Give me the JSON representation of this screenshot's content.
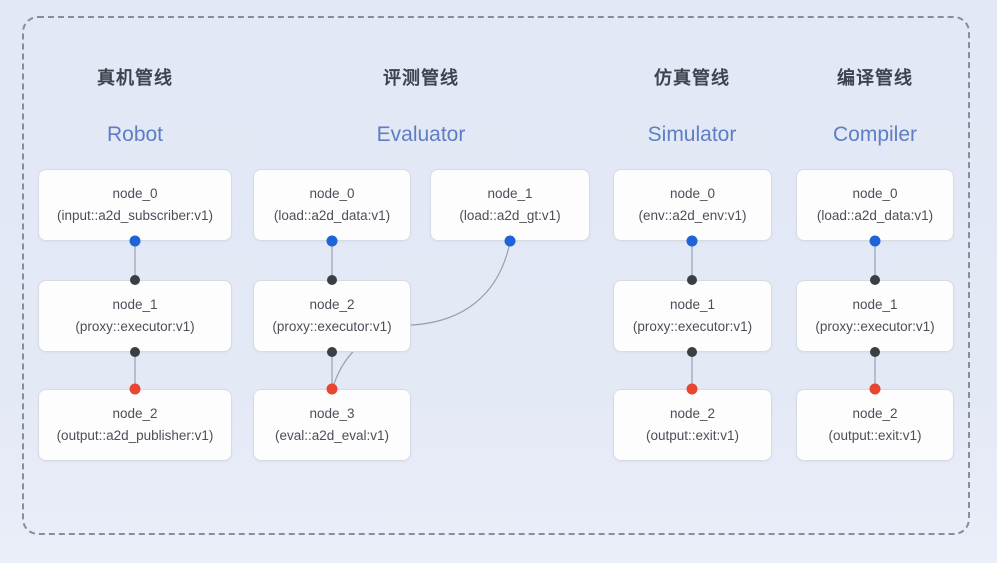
{
  "diagram": {
    "pipelines": [
      {
        "zh_title": "真机管线",
        "en_title": "Robot",
        "nodes": [
          {
            "title": "node_0",
            "subtitle": "(input::a2d_subscriber:v1)"
          },
          {
            "title": "node_1",
            "subtitle": "(proxy::executor:v1)"
          },
          {
            "title": "node_2",
            "subtitle": "(output::a2d_publisher:v1)"
          }
        ]
      },
      {
        "zh_title": "评测管线",
        "en_title": "Evaluator",
        "nodes": [
          {
            "title": "node_0",
            "subtitle": "(load::a2d_data:v1)"
          },
          {
            "title": "node_1",
            "subtitle": "(load::a2d_gt:v1)"
          },
          {
            "title": "node_2",
            "subtitle": "(proxy::executor:v1)"
          },
          {
            "title": "node_3",
            "subtitle": "(eval::a2d_eval:v1)"
          }
        ]
      },
      {
        "zh_title": "仿真管线",
        "en_title": "Simulator",
        "nodes": [
          {
            "title": "node_0",
            "subtitle": "(env::a2d_env:v1)"
          },
          {
            "title": "node_1",
            "subtitle": "(proxy::executor:v1)"
          },
          {
            "title": "node_2",
            "subtitle": "(output::exit:v1)"
          }
        ]
      },
      {
        "zh_title": "编译管线",
        "en_title": "Compiler",
        "nodes": [
          {
            "title": "node_0",
            "subtitle": "(load::a2d_data:v1)"
          },
          {
            "title": "node_1",
            "subtitle": "(proxy::executor:v1)"
          },
          {
            "title": "node_2",
            "subtitle": "(output::exit:v1)"
          }
        ]
      }
    ],
    "colors": {
      "input_port": "#1e63d8",
      "mid_port": "#3b3e42",
      "output_port": "#e84631",
      "title_accent": "#5d7ec4"
    }
  }
}
